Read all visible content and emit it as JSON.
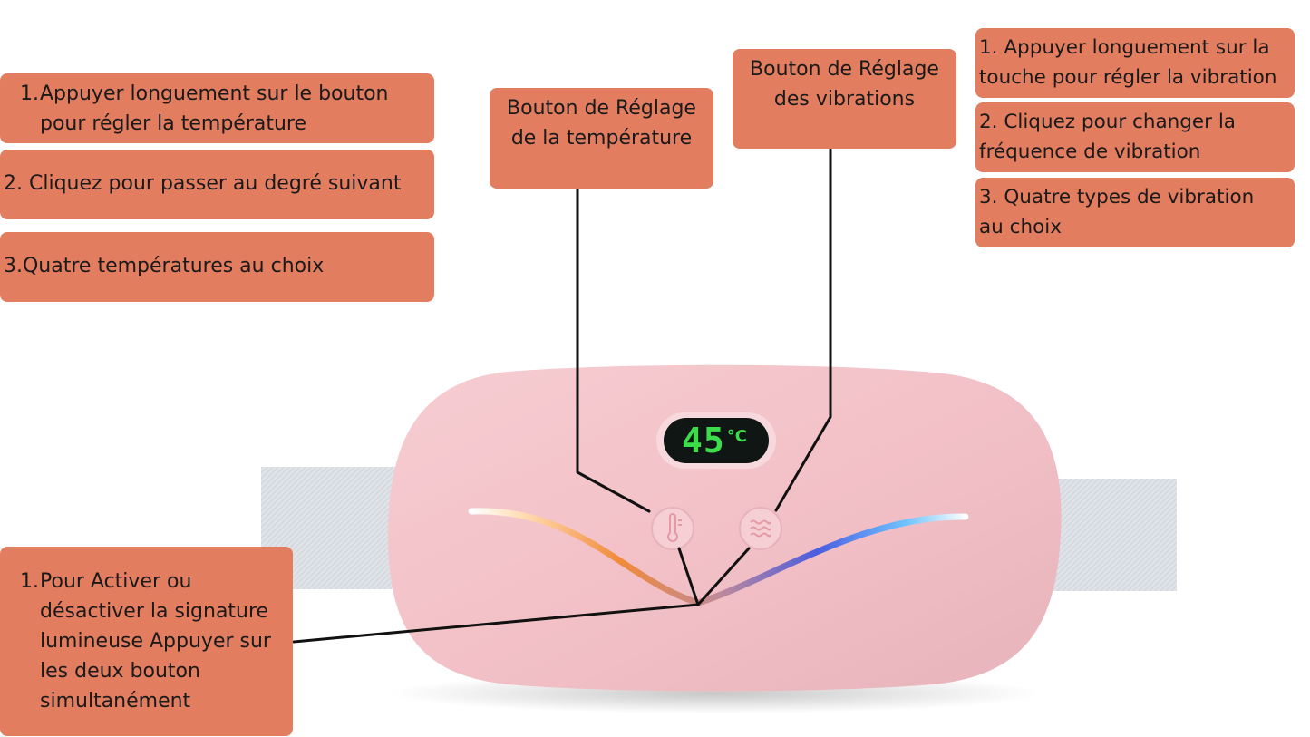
{
  "colors": {
    "callout_bg": "#e27d60",
    "device_pink": "#f3c4ca",
    "strap": "#dfe3e8",
    "lcd_green": "#3cdc4a",
    "lcd_bg": "#101614",
    "line": "#111111"
  },
  "left_callouts": [
    {
      "num": "1.",
      "text_l1": "Appuyer longuement sur le bouton",
      "text_l2": "pour régler la température"
    },
    {
      "text": "2. Cliquez pour passer au degré suivant"
    },
    {
      "text": "3.Quatre températures au choix"
    }
  ],
  "center_labels": {
    "temperature": {
      "l1": "Bouton de Réglage",
      "l2": "de la température"
    },
    "vibration": {
      "l1": "Bouton de Réglage",
      "l2": "des vibrations"
    }
  },
  "right_callouts": [
    {
      "l1": "1. Appuyer longuement sur la",
      "l2": "touche pour régler la vibration"
    },
    {
      "l1": "2. Cliquez pour changer la",
      "l2": "fréquence de vibration"
    },
    {
      "l1": "3. Quatre types de vibration",
      "l2": "au choix"
    }
  ],
  "bottom_callout": {
    "num": "1.",
    "lines": [
      "Pour Activer ou",
      "désactiver la signature",
      "lumineuse Appuyer sur",
      "les deux bouton",
      "simultanément"
    ]
  },
  "device": {
    "display_value": "45",
    "display_unit": "°C",
    "temp_button_icon": "thermometer-icon",
    "vibration_button_icon": "wave-icon"
  }
}
